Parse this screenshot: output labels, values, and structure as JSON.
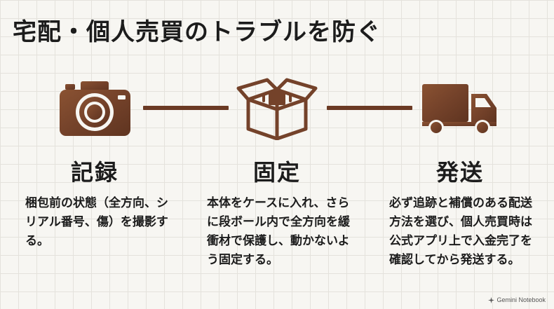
{
  "title": "宅配・個人売買のトラブルを防ぐ",
  "colors": {
    "wood": "#7b4529",
    "wood_dark": "#5a2f1b",
    "connector": "#6b3a24",
    "background": "#f7f6f2"
  },
  "steps": [
    {
      "icon": "camera-icon",
      "title": "記録",
      "description": "梱包前の状態（全方向、シリアル番号、傷）を撮影する。"
    },
    {
      "icon": "box-icon",
      "title": "固定",
      "description": "本体をケースに入れ、さらに段ボール内で全方向を緩衝材で保護し、動かないよう固定する。"
    },
    {
      "icon": "truck-icon",
      "title": "発送",
      "description": "必ず追跡と補償のある配送方法を選び、個人売買時は公式アプリ上で入金完了を確認してから発送する。"
    }
  ],
  "footer": {
    "label": "Gemini Notebook"
  }
}
